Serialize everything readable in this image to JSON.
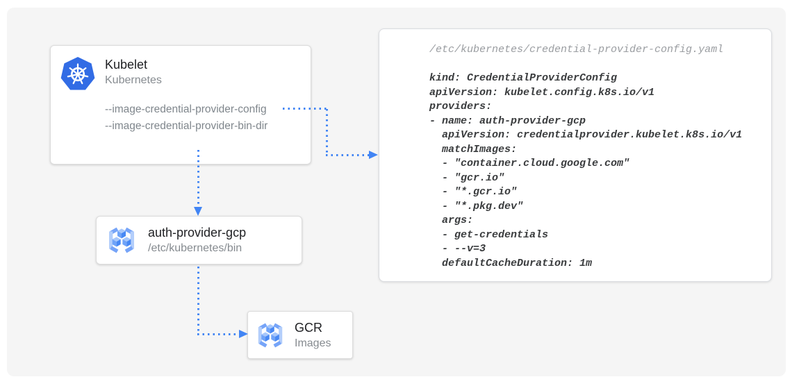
{
  "palette": {
    "arrow_blue": "#4285f4",
    "k8s_blue": "#326ce5",
    "gcr_bracket_light": "#b3cefb",
    "gcr_bracket_dark": "#76a4f8",
    "cube_top": "#a7c7fb",
    "cube_left": "#6fa3f8",
    "cube_right": "#4788f4",
    "canvas_bg": "#f5f5f5"
  },
  "kubelet_card": {
    "title": "Kubelet",
    "subtitle": "Kubernetes",
    "flags": [
      "--image-credential-provider-config",
      "--image-credential-provider-bin-dir"
    ]
  },
  "auth_card": {
    "title": "auth-provider-gcp",
    "subtitle": "/etc/kubernetes/bin"
  },
  "gcr_card": {
    "title": "GCR",
    "subtitle": "Images"
  },
  "config_panel": {
    "filename": "/etc/kubernetes/credential-provider-config.yaml",
    "lines": [
      "kind: CredentialProviderConfig",
      "apiVersion: kubelet.config.k8s.io/v1",
      "providers:",
      "- name: auth-provider-gcp",
      "  apiVersion: credentialprovider.kubelet.k8s.io/v1",
      "  matchImages:",
      "  - \"container.cloud.google.com\"",
      "  - \"gcr.io\"",
      "  - \"*.gcr.io\"",
      "  - \"*.pkg.dev\"",
      "  args:",
      "  - get-credentials",
      "  - --v=3",
      "  defaultCacheDuration: 1m"
    ]
  }
}
